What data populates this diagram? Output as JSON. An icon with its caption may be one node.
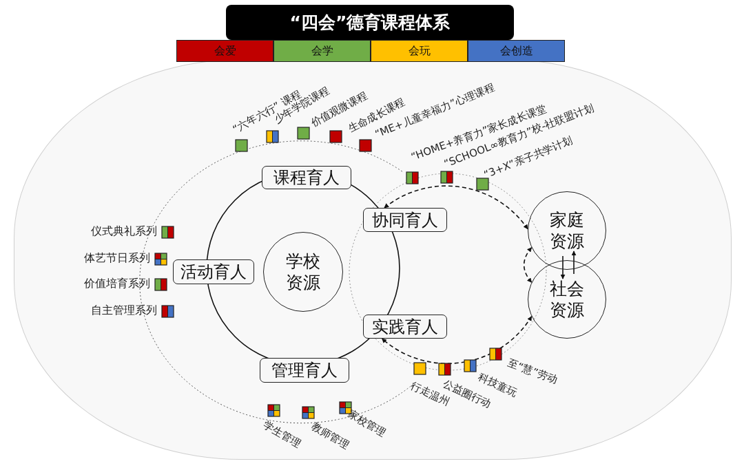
{
  "diagram": {
    "title": "“四会”德育课程体系",
    "nodes": [
      {
        "text": [
          "学校资源"
        ]
      },
      {
        "text": [
          "课程育人"
        ]
      },
      {
        "text": [
          "活动育人"
        ]
      },
      {
        "text": [
          "协同育人"
        ]
      },
      {
        "text": [
          "实践育人"
        ]
      },
      {
        "text": [
          "管理育人"
        ]
      },
      {
        "text": [
          "家庭资源"
        ]
      },
      {
        "text": [
          "社会资源"
        ]
      }
    ],
    "edges": [
      {
        "from": 6,
        "to": 3,
        "arrow": "both",
        "style": "dashed"
      },
      {
        "from": 6,
        "to": 7,
        "arrow": "both",
        "style": "dashed"
      },
      {
        "from": 7,
        "to": 4,
        "arrow": "both",
        "style": "dashed"
      },
      {
        "from": 6,
        "to": 7,
        "arrow": "to"
      },
      {
        "from": 7,
        "to": 6,
        "arrow": "to"
      }
    ],
    "labels": [
      "“六年六行” 课程",
      "少年学院课程",
      "价值观微课程",
      "生命成长课程",
      "“ME+儿童幸福力”心理课程",
      "“HOME+养育力”家长成长课堂",
      "“SCHOOL∞教育力”校-社联盟计划",
      "“3+X”亲子共学计划",
      "仪式典礼系列",
      "体艺节日系列",
      "价值培育系列",
      "自主管理系列",
      "学生管理",
      "教师管理",
      "家校管理",
      "行走温州",
      "公益圈行动",
      "科技童玩",
      "至“慧”劳动"
    ],
    "legend": [
      {
        "text": "会爱",
        "color": "#c00000"
      },
      {
        "text": "会学",
        "color": "#70ad47"
      },
      {
        "text": "会玩",
        "color": "#ffc000"
      },
      {
        "text": "会创造",
        "color": "#4472c4"
      }
    ]
  }
}
